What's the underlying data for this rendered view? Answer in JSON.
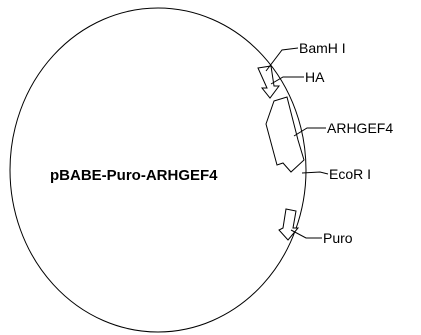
{
  "plasmid": {
    "name": "pBABE-Puro-ARHGEF4"
  },
  "features": [
    {
      "id": "bamhi",
      "label": "BamH I",
      "type": "site"
    },
    {
      "id": "ha",
      "label": "HA",
      "type": "arrow"
    },
    {
      "id": "arhgef4",
      "label": "ARHGEF4",
      "type": "arrow"
    },
    {
      "id": "ecori",
      "label": "EcoR I",
      "type": "site"
    },
    {
      "id": "puro",
      "label": "Puro",
      "type": "arrow"
    }
  ],
  "colors": {
    "line": "#000000",
    "fill": "#ffffff",
    "background": "#ffffff"
  }
}
